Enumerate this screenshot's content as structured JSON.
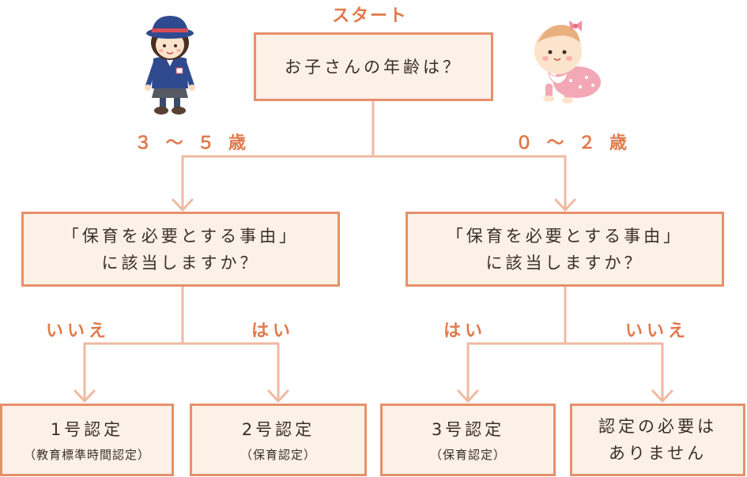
{
  "start_label": "スタート",
  "question": "お子さんの年齢は？",
  "age_left": "３ ～ ５ 歳",
  "age_right": "０ ～ ２ 歳",
  "need_left": {
    "line1": "「保育を必要とする事由」",
    "line2": "に該当しますか？"
  },
  "need_right": {
    "line1": "「保育を必要とする事由」",
    "line2": "に該当しますか？"
  },
  "answer_no_left": "いいえ",
  "answer_yes_left": "はい",
  "answer_yes_right": "はい",
  "answer_no_right": "いいえ",
  "results": [
    {
      "title": "1号認定",
      "note": "（教育標準時間認定）"
    },
    {
      "title": "2号認定",
      "note": "（保育認定）"
    },
    {
      "title": "3号認定",
      "note": "（保育認定）"
    },
    {
      "title": "認定の必要は",
      "note": "ありません"
    }
  ],
  "colors": {
    "accent": "#e07a4b",
    "border": "#e6906b",
    "line": "#f0b9a2",
    "box_fill": "#fbf1e6"
  }
}
